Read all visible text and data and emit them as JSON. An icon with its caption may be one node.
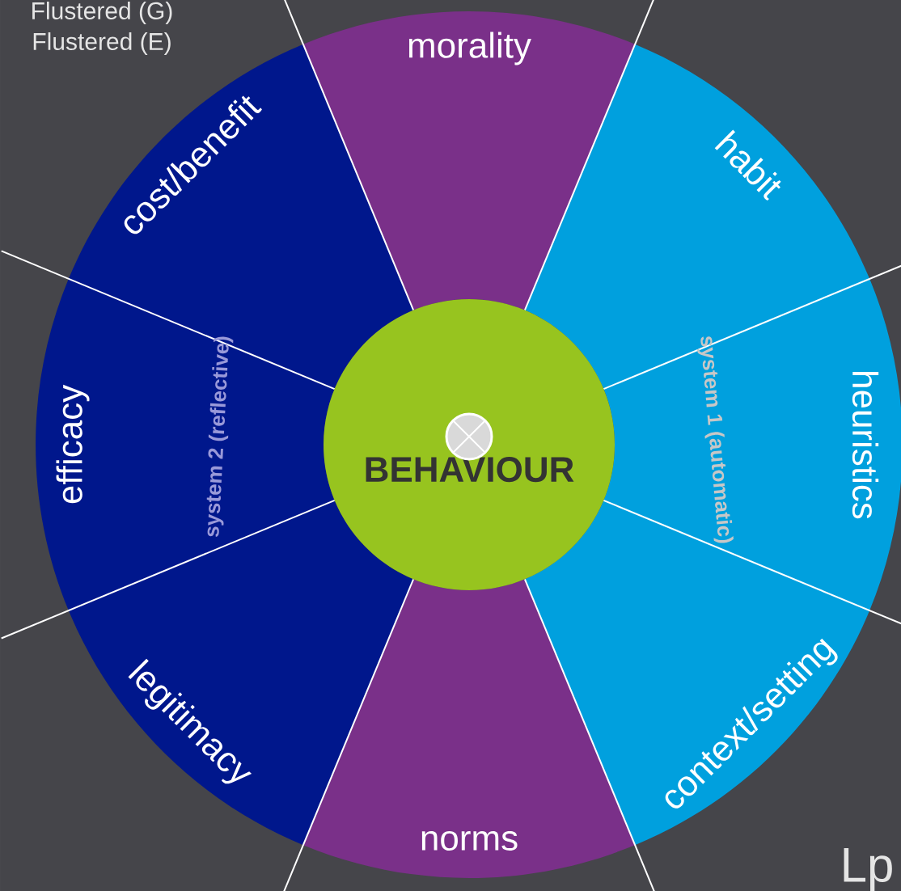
{
  "diagram": {
    "nodes": [
      {
        "text": [
          "morality"
        ]
      },
      {
        "text": [
          "habit"
        ]
      },
      {
        "text": [
          "heuristics"
        ]
      },
      {
        "text": [
          "context/setting"
        ]
      },
      {
        "text": [
          "norms"
        ]
      },
      {
        "text": [
          "legitimacy"
        ]
      },
      {
        "text": [
          "efficacy"
        ]
      },
      {
        "text": [
          "cost/benefit"
        ]
      },
      {
        "text": [
          "BEHAVIOUR"
        ]
      }
    ],
    "edges": [],
    "labels": [
      "Flustered (G)",
      "Flustered (E)",
      "system 2 (reflective)",
      "system 1 (automatic)",
      "Lp"
    ]
  }
}
